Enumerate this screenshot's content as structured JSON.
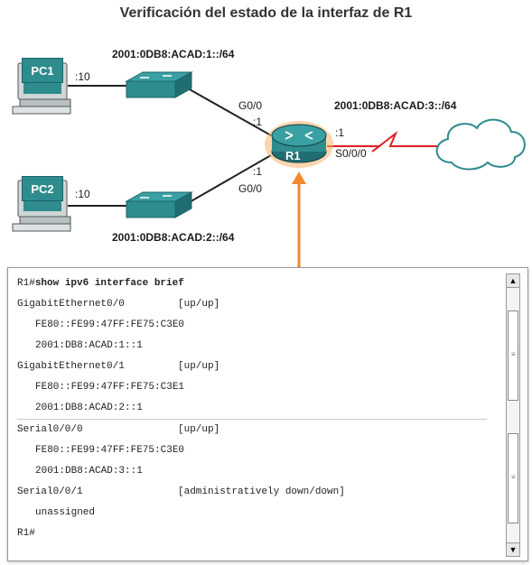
{
  "title": "Verificación del estado de la interfaz de R1",
  "devices": {
    "pc1": "PC1",
    "pc2": "PC2",
    "r1": "R1"
  },
  "labels": {
    "net1": "2001:0DB8:ACAD:1::/64",
    "net2": "2001:0DB8:ACAD:2::/64",
    "net3": "2001:0DB8:ACAD:3::/64",
    "pc1_host": ":10",
    "pc2_host": ":10",
    "g00": "G0/0",
    "g00_host": ":1",
    "g01": "G0/0",
    "g01_host": ":1",
    "s000_host": ":1",
    "s000": "S0/0/0"
  },
  "terminal": {
    "prompt": "R1#",
    "command": "show ipv6 interface brief",
    "lines": [
      {
        "name": "GigabitEthernet0/0",
        "status": "[up/up]"
      },
      {
        "addr": "FE80::FE99:47FF:FE75:C3E0"
      },
      {
        "addr": "2001:DB8:ACAD:1::1"
      },
      {
        "name": "GigabitEthernet0/1",
        "status": "[up/up]"
      },
      {
        "addr": "FE80::FE99:47FF:FE75:C3E1"
      },
      {
        "addr": "2001:DB8:ACAD:2::1"
      },
      {
        "name": "Serial0/0/0",
        "status": "[up/up]"
      },
      {
        "addr": "FE80::FE99:47FF:FE75:C3E0"
      },
      {
        "addr": "2001:DB8:ACAD:3::1"
      },
      {
        "name": "Serial0/0/1",
        "status": "[administratively down/down]"
      },
      {
        "addr": "unassigned"
      }
    ],
    "end_prompt": "R1#"
  },
  "colors": {
    "teal": "#2e8b8e",
    "orange": "#f08a2c",
    "serial": "#e02020"
  }
}
